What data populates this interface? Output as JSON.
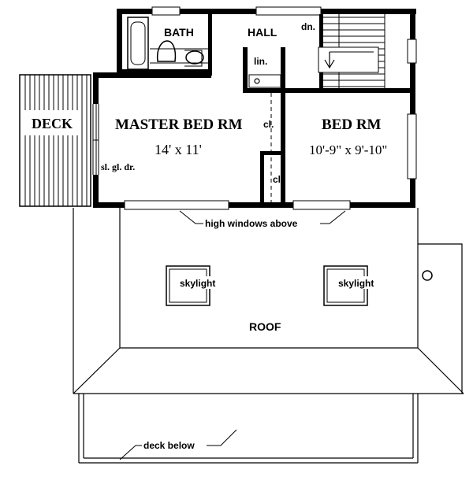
{
  "rooms": {
    "bath": "BATH",
    "hall": "HALL",
    "down": "dn.",
    "linen": "lin.",
    "deck": "DECK",
    "master": {
      "name": "MASTER BED RM",
      "size": "14' x 11'"
    },
    "bed": {
      "name": "BED RM",
      "size": "10'-9\" x 9'-10\""
    },
    "closet_master": "cl.",
    "closet_bed": "cl.",
    "sliding_door": "sl. gl. dr."
  },
  "notes": {
    "high_windows": "high windows above",
    "skylight_left": "skylight",
    "skylight_right": "skylight",
    "roof": "ROOF",
    "deck_below": "deck below"
  }
}
